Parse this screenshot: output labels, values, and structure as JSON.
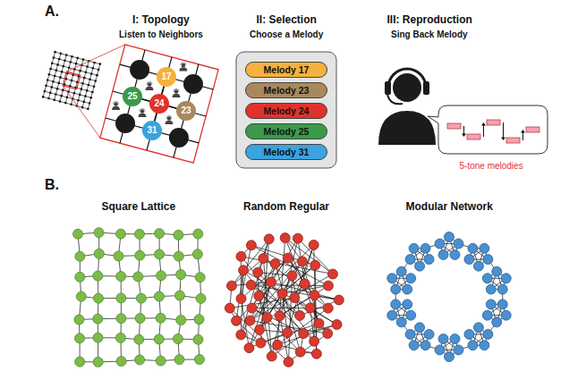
{
  "diagram": {
    "nodes": [
      {
        "text": [
          "17"
        ]
      },
      {
        "text": [
          "25"
        ]
      },
      {
        "text": [
          "24"
        ]
      },
      {
        "text": [
          "23"
        ]
      },
      {
        "text": [
          "31"
        ]
      },
      {
        "text": [
          "Melody 17"
        ]
      },
      {
        "text": [
          "Melody 23"
        ]
      },
      {
        "text": [
          "Melody 24"
        ]
      },
      {
        "text": [
          "Melody 25"
        ]
      },
      {
        "text": [
          "Melody 31"
        ]
      }
    ],
    "edges": [
      {
        "from": 2,
        "to": 0,
        "arrow": "none"
      },
      {
        "from": 2,
        "to": 1,
        "arrow": "none"
      },
      {
        "from": 2,
        "to": 3,
        "arrow": "none"
      },
      {
        "from": 2,
        "to": 4,
        "arrow": "none"
      }
    ],
    "labels": [
      "A.",
      "I: Topology",
      "Listen to Neighbors",
      "II: Selection",
      "Choose a Melody",
      "III: Reproduction",
      "Sing Back Melody",
      "5-tone melodies",
      "B.",
      "Square Lattice",
      "Random Regular",
      "Modular Network"
    ]
  }
}
